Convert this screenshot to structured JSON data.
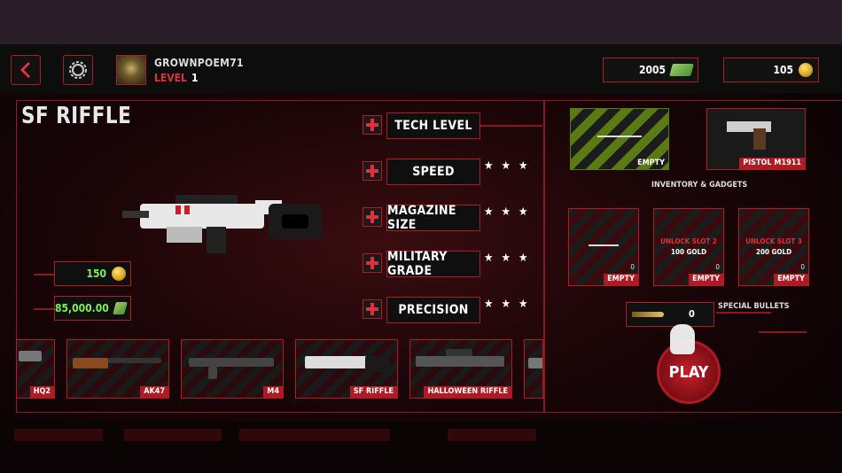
{
  "header": {
    "username": "GROWNPOEM71",
    "level_label": "LEVEL",
    "level_value": "1",
    "cash": "2005",
    "gold": "105"
  },
  "weapon": {
    "title": "SF RIFFLE",
    "gold_price": "150",
    "cash_price": "85,000.00"
  },
  "stats": [
    {
      "label": "TECH LEVEL",
      "stars": ""
    },
    {
      "label": "SPEED",
      "stars": "★★★"
    },
    {
      "label": "MAGAZINE SIZE",
      "stars": "★★★"
    },
    {
      "label": "MILITARY GRADE",
      "stars": "★★★"
    },
    {
      "label": "PRECISION",
      "stars": "★★★"
    }
  ],
  "weapons_list": [
    {
      "label": "HQ2"
    },
    {
      "label": "AK47"
    },
    {
      "label": "M4"
    },
    {
      "label": "SF RIFFLE"
    },
    {
      "label": "HALLOWEEN RIFFLE"
    }
  ],
  "loadout": {
    "primary_label": "EMPTY",
    "secondary_label": "PISTOL M1911",
    "inventory_title": "INVENTORY & GADGETS",
    "slots": [
      {
        "label": "EMPTY",
        "count": "0",
        "unlock": "",
        "gold": ""
      },
      {
        "label": "EMPTY",
        "count": "0",
        "unlock": "UNLOCK SLOT 2",
        "gold": "100 GOLD"
      },
      {
        "label": "EMPTY",
        "count": "0",
        "unlock": "UNLOCK SLOT 3",
        "gold": "200 GOLD"
      }
    ],
    "special_bullets_label": "SPECIAL BULLETS",
    "special_bullets_count": "0",
    "play_label": "PLAY"
  },
  "colors": {
    "accent": "#b01a22",
    "price_green": "#7cf05a"
  }
}
